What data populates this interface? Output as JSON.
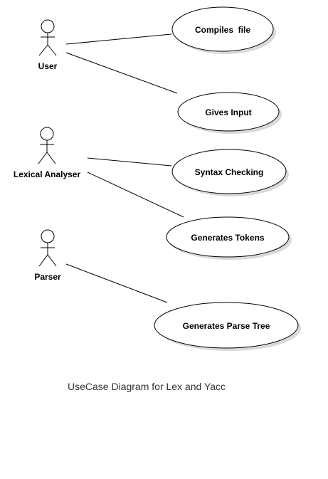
{
  "actors": [
    {
      "id": "user",
      "label": "User"
    },
    {
      "id": "lexical_analyser",
      "label": "Lexical Analyser"
    },
    {
      "id": "parser",
      "label": "Parser"
    }
  ],
  "use_cases": [
    {
      "id": "compiles_file",
      "label": "Compiles  file"
    },
    {
      "id": "gives_input",
      "label": "Gives Input"
    },
    {
      "id": "syntax_checking",
      "label": "Syntax Checking"
    },
    {
      "id": "generates_tokens",
      "label": "Generates Tokens"
    },
    {
      "id": "generates_parse_tree",
      "label": "Generates Parse Tree"
    }
  ],
  "associations": [
    {
      "actor": "user",
      "use_case": "compiles_file"
    },
    {
      "actor": "user",
      "use_case": "gives_input"
    },
    {
      "actor": "lexical_analyser",
      "use_case": "syntax_checking"
    },
    {
      "actor": "lexical_analyser",
      "use_case": "generates_tokens"
    },
    {
      "actor": "parser",
      "use_case": "generates_parse_tree"
    }
  ],
  "caption": "UseCase Diagram for Lex and Yacc",
  "colors": {
    "stroke": "#000000",
    "fill": "#ffffff",
    "shadow": "#d9d9d9",
    "caption": "#333333"
  }
}
